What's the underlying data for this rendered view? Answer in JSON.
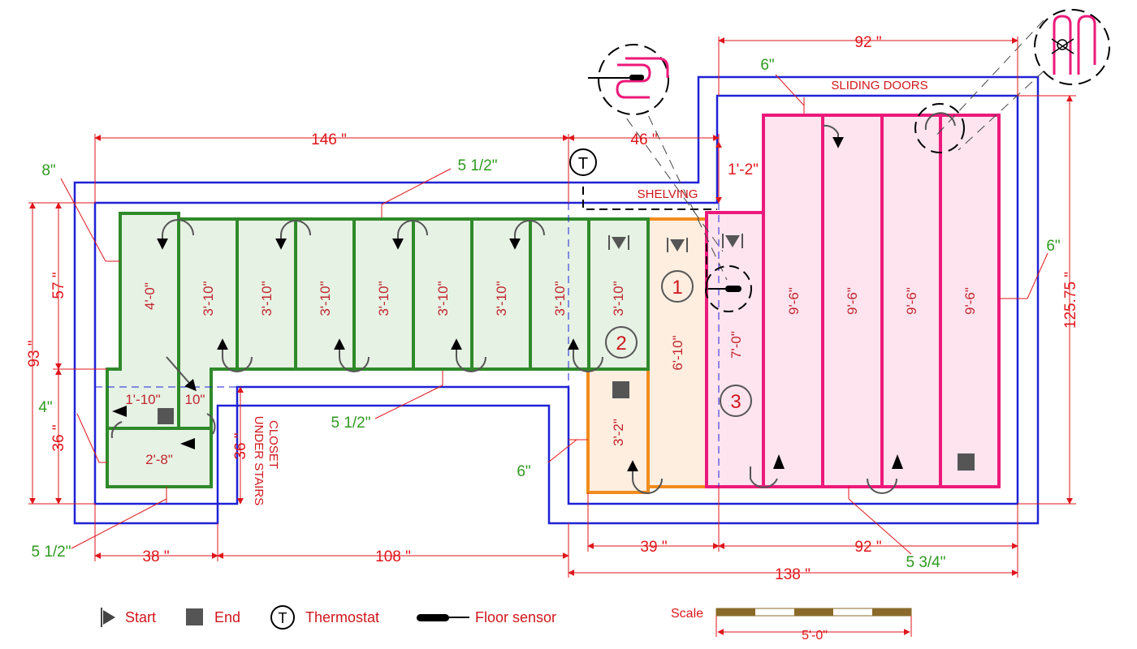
{
  "dimensions": {
    "d146": "146 \"",
    "d46": "46 \"",
    "d92_top": "92 \"",
    "d1_2": "1'-2\"",
    "d93": "93 \"",
    "d57": "57 \"",
    "d36_left": "36 \"",
    "d36_mid": "36 \"",
    "d125": "125.75 \"",
    "d38": "38 \"",
    "d108": "108 \"",
    "d39": "39 \"",
    "d92_bottom": "92 \"",
    "d138": "138 \""
  },
  "notes": {
    "n8": "8\"",
    "n5half_top": "5 1/2\"",
    "n4": "4\"",
    "n5half_mid": "5 1/2\"",
    "n5half_bottom": "5 1/2\"",
    "n6_top": "6\"",
    "n6_right": "6\"",
    "n6_bottom": "6\"",
    "n53q": "5 3/4\""
  },
  "labels": {
    "sliding_doors": "SLIDING DOORS",
    "shelving": "SHELVING",
    "closet_line1": "CLOSET",
    "closet_line2": "UNDER STAIRS"
  },
  "tiles": {
    "t4_0": "4'-0\"",
    "green_runs": [
      "3'-10\"",
      "3'-10\"",
      "3'-10\"",
      "3'-10\"",
      "3'-10\"",
      "3'-10\"",
      "3'-10\"",
      "3'-10\""
    ],
    "t1_10": "1'-10\"",
    "t10": "10\"",
    "t2_8": "2'-8\"",
    "t3_2": "3'-2\"",
    "t6_10": "6'-10\"",
    "t7_0": "7'-0\"",
    "pink_runs": [
      "9'-6\"",
      "9'-6\"",
      "9'-6\"",
      "9'-6\""
    ]
  },
  "zones": {
    "z1": "1",
    "z2": "2",
    "z3": "3"
  },
  "thermostat_symbol": "T",
  "legend": {
    "start": "Start",
    "end": "End",
    "thermostat": "Thermostat",
    "floor_sensor": "Floor sensor"
  },
  "scale": {
    "label": "Scale",
    "value": "5'-0\""
  },
  "colors": {
    "dimension": "#e0161c",
    "note": "#2e9a1f",
    "wall": "#1f22d6",
    "zone1": "#f28c1c",
    "zone2": "#2f8a2a",
    "zone3": "#ec1a7a"
  }
}
